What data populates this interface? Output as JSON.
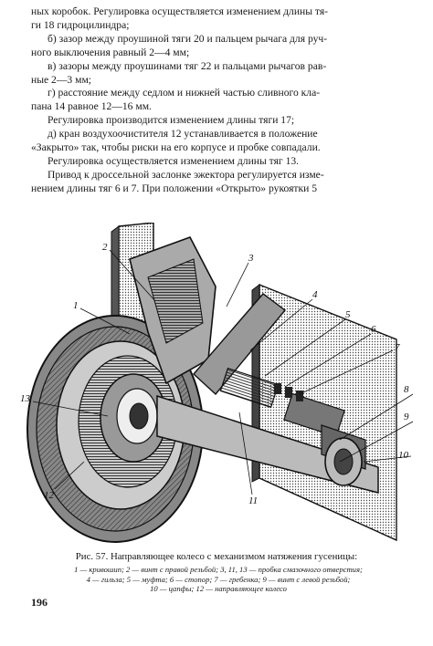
{
  "body_lines": [
    "ных коробок. Регулировка осуществляется изменением длины тя-",
    "ги 18 гидроцилиндра;",
    "б) зазор между проушиной тяги 20 и пальцем рычага для руч-",
    "ного выключения равный 2—4 мм;",
    "в) зазоры между проушинами тяг 22 и пальцами рычагов рав-",
    "ные 2—3 мм;",
    "г) расстояние между седлом и нижней частью сливного кла-",
    "пана 14 равное 12—16 мм.",
    "Регулировка производится изменением длины тяги 17;",
    "д) кран воздухоочистителя 12 устанавливается в положение",
    "«Закрыто» так, чтобы риски на его корпусе и пробке совпадали.",
    "Регулировка осуществляется изменением длины тяг 13.",
    "Привод к дроссельной заслонке эжектора регулируется изме-",
    "нением длины тяг 6 и 7. При положении «Открыто» рукоятки 5"
  ],
  "figure": {
    "callouts": [
      "1",
      "2",
      "3",
      "4",
      "5",
      "6",
      "7",
      "8",
      "9",
      "10",
      "11",
      "12",
      "13"
    ]
  },
  "caption": "Рис. 57. Направляющее колесо с механизмом натяжения гусеницы:",
  "legend": [
    "1 — кривошип; 2 — винт с правой резьбой; 3, 11, 13 — пробка смазочного отверстия;",
    "4 — гильза; 5 — муфта; 6 — стопор; 7 — гребенка; 9 — винт с левой резьбой;",
    "10 — цапфы; 12 — направляющее колесо"
  ],
  "page_number": "196"
}
